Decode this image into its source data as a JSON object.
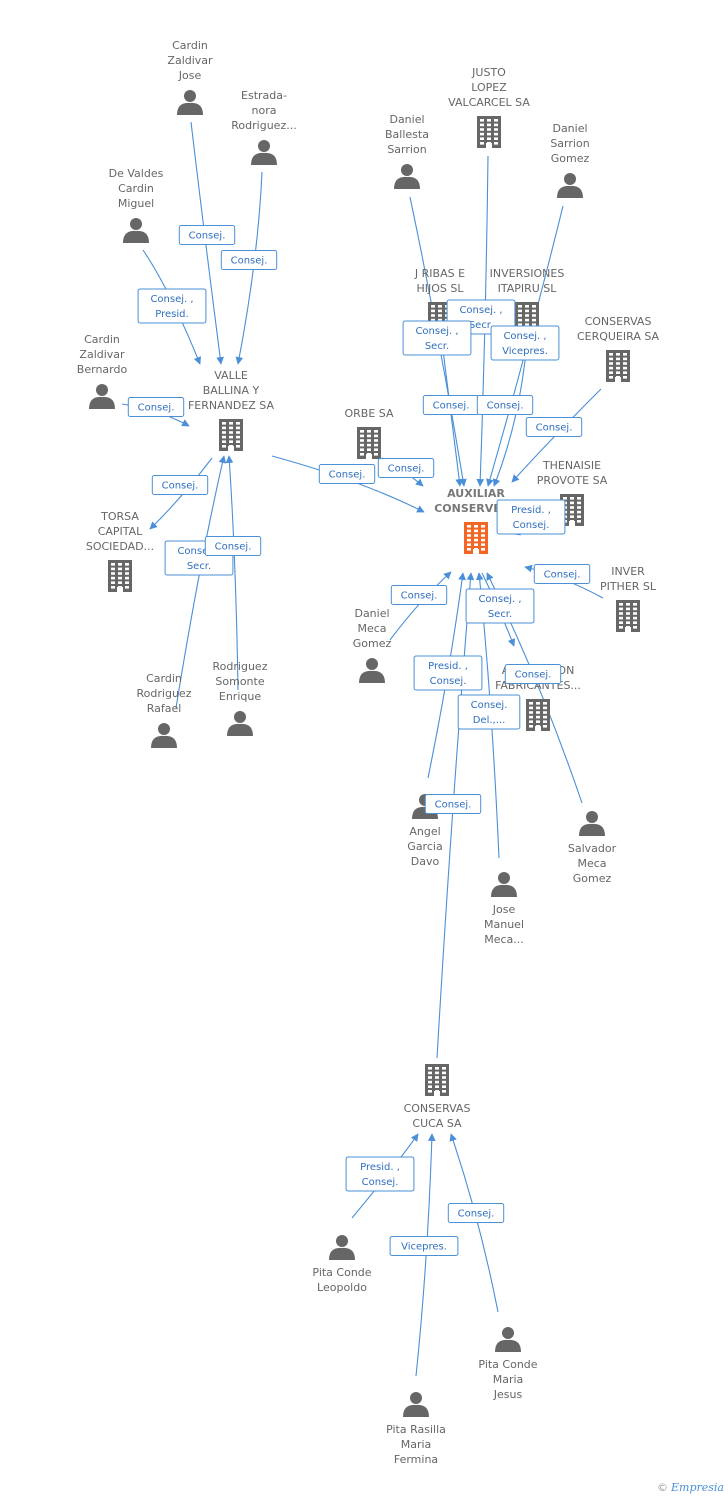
{
  "nodes": [
    {
      "id": "cardin_jose",
      "type": "person",
      "label": [
        "Cardin",
        "Zaldivar",
        "Jose"
      ]
    },
    {
      "id": "estrada",
      "type": "person",
      "label": [
        "Estrada-",
        "nora",
        "Rodriguez..."
      ]
    },
    {
      "id": "devaldes",
      "type": "person",
      "label": [
        "De Valdes",
        "Cardin",
        "Miguel"
      ]
    },
    {
      "id": "cardin_bernardo",
      "type": "person",
      "label": [
        "Cardin",
        "Zaldivar",
        "Bernardo"
      ]
    },
    {
      "id": "valle",
      "type": "company",
      "label": [
        "VALLE",
        "BALLINA Y",
        "FERNANDEZ SA"
      ]
    },
    {
      "id": "torsa",
      "type": "company",
      "label": [
        "TORSA",
        "CAPITAL",
        "SOCIEDAD..."
      ]
    },
    {
      "id": "cardin_rafael",
      "type": "person",
      "label": [
        "Cardin",
        "Rodriguez",
        "Rafael"
      ]
    },
    {
      "id": "rodriguez_somonte",
      "type": "person",
      "label": [
        "Rodriguez",
        "Somonte",
        "Enrique"
      ]
    },
    {
      "id": "orbe",
      "type": "company",
      "label": [
        "ORBE SA"
      ]
    },
    {
      "id": "justo",
      "type": "company",
      "label": [
        "JUSTO",
        "LOPEZ",
        "VALCARCEL SA"
      ]
    },
    {
      "id": "daniel_ballesta",
      "type": "person",
      "label": [
        "Daniel",
        "Ballesta",
        "Sarrion"
      ]
    },
    {
      "id": "daniel_sarrion",
      "type": "person",
      "label": [
        "Daniel",
        "Sarrion",
        "Gomez"
      ]
    },
    {
      "id": "jribas",
      "type": "company",
      "label": [
        "J RIBAS E",
        "HIJOS SL"
      ]
    },
    {
      "id": "inversiones",
      "type": "company",
      "label": [
        "INVERSIONES",
        "ITAPIRU SL"
      ]
    },
    {
      "id": "cerqueira",
      "type": "company",
      "label": [
        "CONSERVAS",
        "CERQUEIRA SA"
      ]
    },
    {
      "id": "auxiliar",
      "type": "company",
      "main": true,
      "label": [
        "AUXILIAR",
        "CONSERVERA"
      ]
    },
    {
      "id": "thenaisie",
      "type": "company",
      "label": [
        "THENAISIE",
        "PROVOTE SA"
      ]
    },
    {
      "id": "inver_pither",
      "type": "company",
      "label": [
        "INVER",
        "PITHER SL"
      ]
    },
    {
      "id": "daniel_meca",
      "type": "person",
      "label": [
        "Daniel",
        "Meca",
        "Gomez"
      ]
    },
    {
      "id": "agrupacion",
      "type": "company",
      "label": [
        "AGRUPACION",
        "FABRICANTES..."
      ]
    },
    {
      "id": "angel",
      "type": "person",
      "label": [
        "Angel",
        "Garcia",
        "Davo"
      ]
    },
    {
      "id": "salvador",
      "type": "person",
      "label": [
        "Salvador",
        "Meca",
        "Gomez"
      ]
    },
    {
      "id": "jose_manuel",
      "type": "person",
      "label": [
        "Jose",
        "Manuel",
        "Meca..."
      ]
    },
    {
      "id": "cuca",
      "type": "company",
      "label": [
        "CONSERVAS",
        "CUCA SA"
      ]
    },
    {
      "id": "pita_leopoldo",
      "type": "person",
      "label": [
        "Pita Conde",
        "Leopoldo"
      ]
    },
    {
      "id": "pita_maria",
      "type": "person",
      "label": [
        "Pita Conde",
        "Maria",
        "Jesus"
      ]
    },
    {
      "id": "pita_rasilla",
      "type": "person",
      "label": [
        "Pita Rasilla",
        "Maria",
        "Fermina"
      ]
    }
  ],
  "edges": [
    {
      "from": "cardin_jose",
      "to": "valle",
      "label": [
        "Consej."
      ]
    },
    {
      "from": "estrada",
      "to": "valle",
      "label": [
        "Consej."
      ]
    },
    {
      "from": "devaldes",
      "to": "valle",
      "label": [
        "Consej. ,",
        "Presid."
      ]
    },
    {
      "from": "cardin_bernardo",
      "to": "valle",
      "label": [
        "Consej."
      ]
    },
    {
      "from": "valle",
      "to": "torsa",
      "label": [
        "Consej."
      ]
    },
    {
      "from": "cardin_rafael",
      "to": "valle",
      "label": [
        "Consej. ,",
        "Secr."
      ]
    },
    {
      "from": "rodriguez_somonte",
      "to": "valle",
      "label": [
        "Consej."
      ]
    },
    {
      "from": "valle",
      "to": "auxiliar",
      "label": [
        "Consej."
      ]
    },
    {
      "from": "orbe",
      "to": "auxiliar",
      "label": [
        "Consej."
      ]
    },
    {
      "from": "justo",
      "to": "auxiliar",
      "label": [
        "Consej. ,",
        "Secr."
      ]
    },
    {
      "from": "daniel_ballesta",
      "to": "auxiliar",
      "label": [
        "Consej. ,",
        "Secr."
      ]
    },
    {
      "from": "daniel_sarrion",
      "to": "auxiliar",
      "label": [
        "Consej. ,",
        "Vicepres."
      ]
    },
    {
      "from": "jribas",
      "to": "auxiliar",
      "label": [
        "Consej."
      ]
    },
    {
      "from": "inversiones",
      "to": "auxiliar",
      "label": [
        "Consej."
      ]
    },
    {
      "from": "cerqueira",
      "to": "auxiliar",
      "label": [
        "Consej."
      ]
    },
    {
      "from": "thenaisie",
      "to": "auxiliar",
      "label": [
        "Presid. ,",
        "Consej."
      ]
    },
    {
      "from": "inver_pither",
      "to": "auxiliar",
      "label": [
        "Consej."
      ]
    },
    {
      "from": "daniel_meca",
      "to": "auxiliar",
      "label": [
        "Consej."
      ]
    },
    {
      "from": "auxiliar",
      "to": "agrupacion",
      "label": [
        "Consej. ,",
        "Secr."
      ]
    },
    {
      "from": "angel",
      "to": "auxiliar",
      "label": [
        "Presid. ,",
        "Consej."
      ]
    },
    {
      "from": "salvador",
      "to": "auxiliar",
      "label": [
        "Consej."
      ]
    },
    {
      "from": "jose_manuel",
      "to": "auxiliar",
      "label": [
        "Consej.",
        "Del.,..."
      ]
    },
    {
      "from": "cuca",
      "to": "auxiliar",
      "label": [
        "Consej."
      ]
    },
    {
      "from": "pita_leopoldo",
      "to": "cuca",
      "label": [
        "Presid. ,",
        "Consej."
      ]
    },
    {
      "from": "pita_maria",
      "to": "cuca",
      "label": [
        "Consej."
      ]
    },
    {
      "from": "pita_rasilla",
      "to": "cuca",
      "label": [
        "Vicepres."
      ]
    }
  ],
  "footer": {
    "copyright": "©",
    "brand": "Empresia"
  }
}
